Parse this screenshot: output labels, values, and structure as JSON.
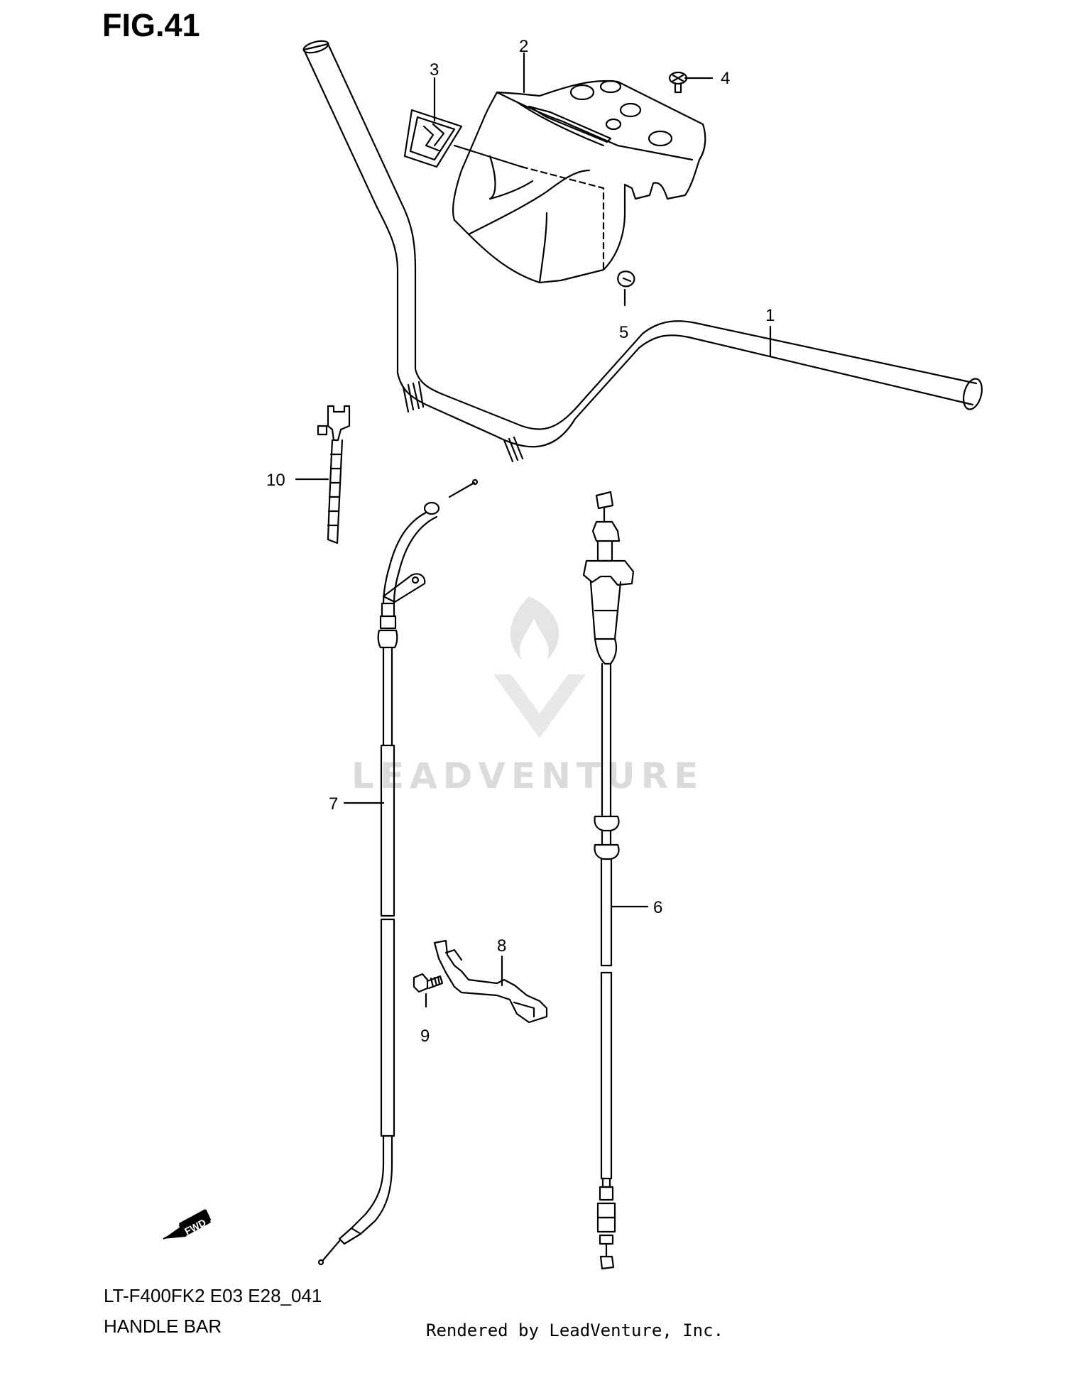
{
  "figure": {
    "title": "FIG.41"
  },
  "footer": {
    "model_code": "LT-F400FK2 E03 E28_041",
    "section_name": "HANDLE BAR",
    "credit": "Rendered by LeadVenture, Inc."
  },
  "watermark": {
    "text": "LEADVENTURE"
  },
  "fwd_label": "FWD",
  "callouts": [
    "1",
    "2",
    "3",
    "4",
    "5",
    "6",
    "7",
    "8",
    "9",
    "10"
  ],
  "colors": {
    "line": "#000000",
    "watermark": "#d8d8d8",
    "background": "#ffffff"
  }
}
